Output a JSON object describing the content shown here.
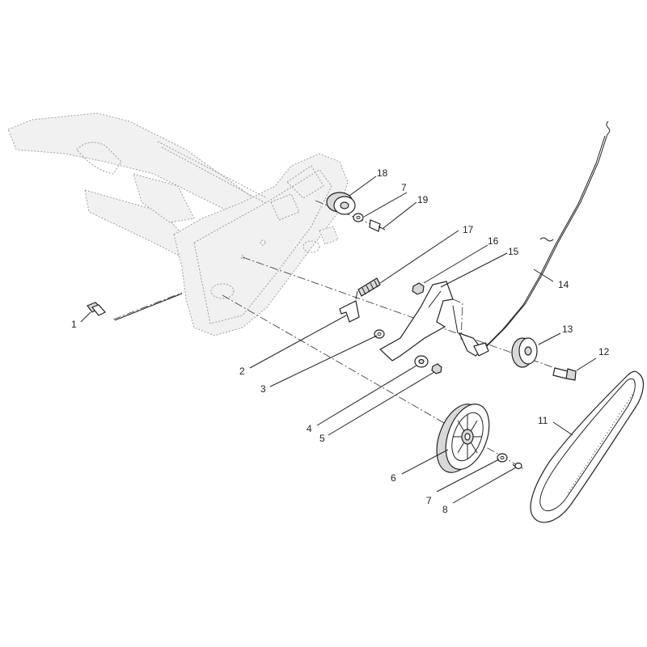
{
  "diagram": {
    "callouts": [
      {
        "id": "c1",
        "text": "1"
      },
      {
        "id": "c2",
        "text": "2"
      },
      {
        "id": "c3",
        "text": "3"
      },
      {
        "id": "c4",
        "text": "4"
      },
      {
        "id": "c5",
        "text": "5"
      },
      {
        "id": "c6",
        "text": "6"
      },
      {
        "id": "c7a",
        "text": "7"
      },
      {
        "id": "c7b",
        "text": "7"
      },
      {
        "id": "c8",
        "text": "8"
      },
      {
        "id": "c11",
        "text": "11"
      },
      {
        "id": "c12",
        "text": "12"
      },
      {
        "id": "c13",
        "text": "13"
      },
      {
        "id": "c14",
        "text": "14"
      },
      {
        "id": "c15",
        "text": "15"
      },
      {
        "id": "c16",
        "text": "16"
      },
      {
        "id": "c17",
        "text": "17"
      },
      {
        "id": "c18",
        "text": "18"
      },
      {
        "id": "c19",
        "text": "19"
      }
    ]
  }
}
